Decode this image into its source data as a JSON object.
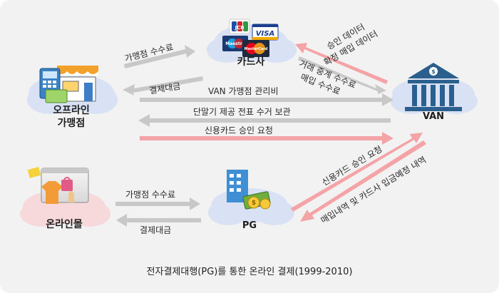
{
  "colors": {
    "gray_arrow": "#c8c8c8",
    "pink_arrow": "#f4a3a6",
    "cloud": "#d9e2f5",
    "building": "#2b5f8e"
  },
  "nodes": {
    "card_company": "카드사",
    "offline_merchant_line1": "오프라인",
    "offline_merchant_line2": "가맹점",
    "van": "VAN",
    "online_mall": "온라인몰",
    "pg": "PG"
  },
  "card_logos": {
    "jcb": "JCB",
    "visa": "VISA",
    "maestro": "Maestro",
    "mastercard": "MasterCard"
  },
  "flows": {
    "merchant_fee_top": "가맹점 수수료",
    "settlement_top": "결제대금",
    "approval_data_line1": "승인 데이터",
    "approval_data_line2": "확정 매입 데이터",
    "relay_fee_line1": "거래 중계 수수료",
    "relay_fee_line2": "매입 수수료",
    "van_merchant_mgmt": "VAN 가맹점 관리비",
    "terminal_slip": "단말기 제공 전표 수거 보관",
    "card_approval_request_offline": "신용카드 승인 요청",
    "merchant_fee_bottom": "가맹점 수수료",
    "settlement_bottom": "결제대금",
    "card_approval_request_pg": "신용카드 승인 요청",
    "purchase_detail": "매입내역 및 카드사 입금예정 내역"
  },
  "caption": "전자결제대행(PG)를 통한 온라인 결제(1999-2010)"
}
